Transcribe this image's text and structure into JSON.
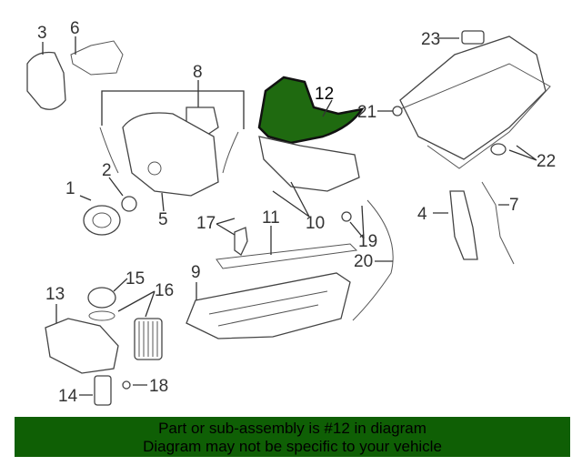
{
  "highlight": {
    "part_number": "12",
    "color": "#1f6a10"
  },
  "callouts": [
    {
      "label": "1"
    },
    {
      "label": "2"
    },
    {
      "label": "3"
    },
    {
      "label": "4"
    },
    {
      "label": "5"
    },
    {
      "label": "6"
    },
    {
      "label": "7"
    },
    {
      "label": "8"
    },
    {
      "label": "9"
    },
    {
      "label": "10"
    },
    {
      "label": "11"
    },
    {
      "label": "12"
    },
    {
      "label": "13"
    },
    {
      "label": "14"
    },
    {
      "label": "15"
    },
    {
      "label": "16"
    },
    {
      "label": "17"
    },
    {
      "label": "18"
    },
    {
      "label": "19"
    },
    {
      "label": "20"
    },
    {
      "label": "21"
    },
    {
      "label": "22"
    },
    {
      "label": "23"
    }
  ],
  "banner": {
    "line1": "Part or sub-assembly is #12 in diagram",
    "line2": "Diagram may not be specific to your vehicle",
    "color": "#0f5f05"
  }
}
